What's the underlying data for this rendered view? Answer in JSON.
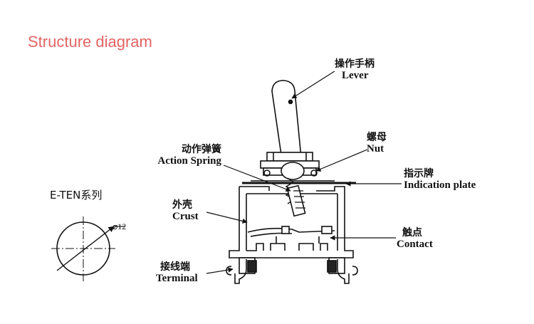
{
  "title": "Structure diagram",
  "labels": {
    "lever": {
      "cn": "操作手柄",
      "en": "Lever"
    },
    "nut": {
      "cn": "螺母",
      "en": "Nut"
    },
    "action_spring": {
      "cn": "动作弹簧",
      "en": "Action Spring"
    },
    "indication_plate": {
      "cn": "指示牌",
      "en": "Indication plate"
    },
    "crust": {
      "cn": "外壳",
      "en": "Crust"
    },
    "contact": {
      "cn": "触点",
      "en": "Contact"
    },
    "terminal": {
      "cn": "接线端",
      "en": "Terminal"
    }
  },
  "series_label": "E-TEN系列",
  "diameter_label": "⌀12"
}
